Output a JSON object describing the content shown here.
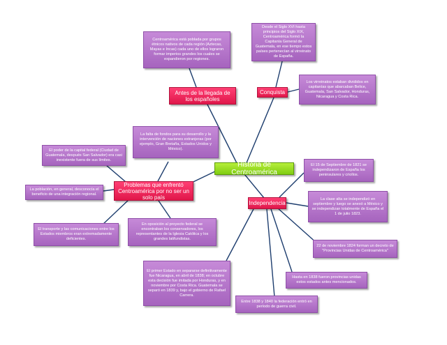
{
  "central": "Historia de Centroamérica",
  "topics": {
    "antes": "Antes de la llegada de los españoles",
    "conquista": "Conquista",
    "problemas": "Problemas que enfrentó Centroamérica por no ser un solo país",
    "independencia": "Independencia"
  },
  "notes": {
    "antes_1": "Centroamérica está poblada por grupos étnicos nativos de cada región (Aztecas, Mayas e Incas) cada uno de ellos lograron formar imperios grandes los cuales se expandieron por regiones.",
    "conquista_1": "Desde el Siglo XVI hasta principios del Siglo XIX, Centroamérica formó la Capitanía General de Guatemala, en ese tiempo estos países pertenecían al virreinato de España.",
    "conquista_2": "Los virreinatos estaban divididos en capitanías que abarcaban Belice, Guatemala, San Salvador, Honduras, Nicaragua y Costa Rica.",
    "problemas_1": "La falta de fondos para su desarrollo y la intervención de naciones extranjeras (por ejemplo, Gran Bretaña, Estados Unidos y México).",
    "problemas_2": "El poder de la capital federal (Ciudad de Guatemala, después San Salvador) era casi inexistente fuera de sus límites.",
    "problemas_3": "La población, en general, desconocía el beneficio de una integración regional.",
    "problemas_4": "El transporte y las comunicaciones entre los Estados miembros eran extremadamente deficientes.",
    "problemas_5": "En oposición al proyecto federal se encontraban los conservadores, los representantes de la Iglesia Católica y los grandes latifundistas.",
    "indep_1": "El 15 de Septiembre de 1821 se independizaron de España los peninsulares y criollos.",
    "indep_2": "La clase alta se independizó en septiembre y luego se anexó a México y se independizan totalmente de España el 1 de julio 1823.",
    "indep_3": "22 de noviembre 1824 forman un decreto de \"Provincias Unidas de Centroamérica\"",
    "indep_4": "Hasta en 1838 fueron provincias unidas estos estados antes mencionados.",
    "indep_5": "Entre 1838 y 1840 la federación entró en período de guerra civil.",
    "indep_6": "El primer Estado en separarse definitivamente fue Nicaragua, en abril de 1838; en octubre esta decisión fue imitada por Honduras, y en noviembre por Costa Rica. Guatemala se separó en 1839 y, bajo el gobierno de Rafael Carrera."
  },
  "colors": {
    "central": "#8fd61f",
    "topic": "#ee2a5a",
    "note": "#b577ca",
    "connector": "#1d3d6e"
  }
}
